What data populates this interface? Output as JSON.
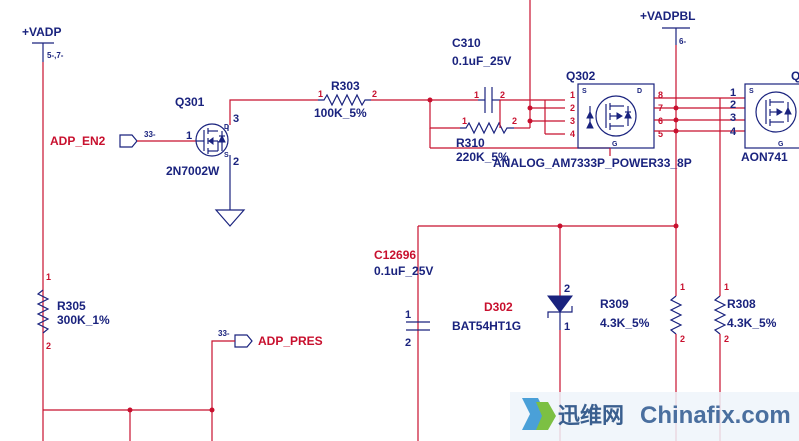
{
  "power": {
    "vadp": {
      "name": "+VADP",
      "ref": "5-,7-"
    },
    "vadpbl": {
      "name": "+VADPBL",
      "ref": "6-"
    }
  },
  "nets": {
    "adp_en2": {
      "name": "ADP_EN2",
      "ref": "33-"
    },
    "adp_pres": {
      "name": "ADP_PRES",
      "ref": "33-"
    }
  },
  "components": {
    "q301": {
      "ref": "Q301",
      "part": "2N7002W",
      "pin_g": "1",
      "pin_d": "3",
      "pin_s": "2",
      "lbl_d": "D",
      "lbl_s": "S"
    },
    "r303": {
      "ref": "R303",
      "value": "100K_5%",
      "pin1": "1",
      "pin2": "2"
    },
    "c310": {
      "ref": "C310",
      "value": "0.1uF_25V",
      "pin1": "1",
      "pin2": "2"
    },
    "r310": {
      "ref": "R310",
      "value": "220K_5%",
      "pin1": "1",
      "pin2": "2"
    },
    "q302": {
      "ref": "Q302",
      "part": "ANALOG_AM7333P_POWER33_8P",
      "pins_left": [
        "1",
        "2",
        "3",
        "4"
      ],
      "pins_right": [
        "8",
        "7",
        "6",
        "5"
      ],
      "lbl_s": "S",
      "lbl_d": "D",
      "lbl_g": "G"
    },
    "q303": {
      "ref": "Q",
      "part": "AON741",
      "pins_left": [
        "1",
        "2",
        "3",
        "4"
      ],
      "lbl_s": "S",
      "lbl_g": "G"
    },
    "c12696": {
      "ref": "C12696",
      "value": "0.1uF_25V",
      "pin1": "1",
      "pin2": "2"
    },
    "d302": {
      "ref": "D302",
      "part": "BAT54HT1G",
      "pin2": "2",
      "pin1": "1"
    },
    "r309": {
      "ref": "R309",
      "value": "4.3K_5%",
      "pin1": "1",
      "pin2": "2"
    },
    "r308": {
      "ref": "R308",
      "value": "4.3K_5%",
      "pin1": "1",
      "pin2": "2"
    },
    "r305": {
      "ref": "R305",
      "value": "300K_1%",
      "pin1": "1",
      "pin2": "2"
    }
  },
  "watermark": {
    "cn": "迅维网",
    "en": "Chinafix.com"
  },
  "colors": {
    "wire": "#c8102e",
    "component": "#1a237e",
    "background": "#ffffff"
  }
}
